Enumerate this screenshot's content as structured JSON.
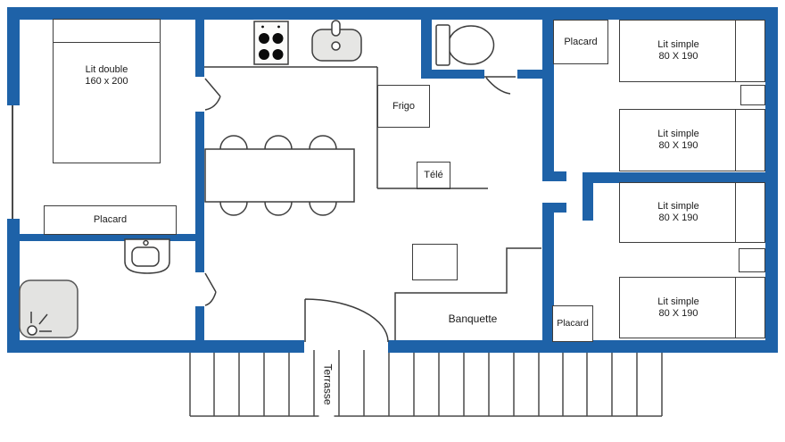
{
  "palette": {
    "wall_blue": "#1e62a8",
    "line_gray": "#3d3d3d",
    "fixture_gray": "#e3e3e1"
  },
  "rooms": {
    "master": {
      "bed_line1": "Lit double",
      "bed_line2": "160 x 200",
      "closet": "Placard"
    },
    "kitchen": {
      "fridge": "Frigo"
    },
    "living": {
      "tv": "Télé",
      "bench": "Banquette"
    },
    "wing_top": {
      "closet": "Placard",
      "beds": [
        {
          "l1": "Lit simple",
          "l2": "80 X 190"
        },
        {
          "l1": "Lit simple",
          "l2": "80 X 190"
        }
      ]
    },
    "wing_bottom": {
      "closet": "Placard",
      "beds": [
        {
          "l1": "Lit simple",
          "l2": "80 X 190"
        },
        {
          "l1": "Lit simple",
          "l2": "80 X 190"
        }
      ]
    },
    "terrace": {
      "label": "Terrasse"
    }
  }
}
